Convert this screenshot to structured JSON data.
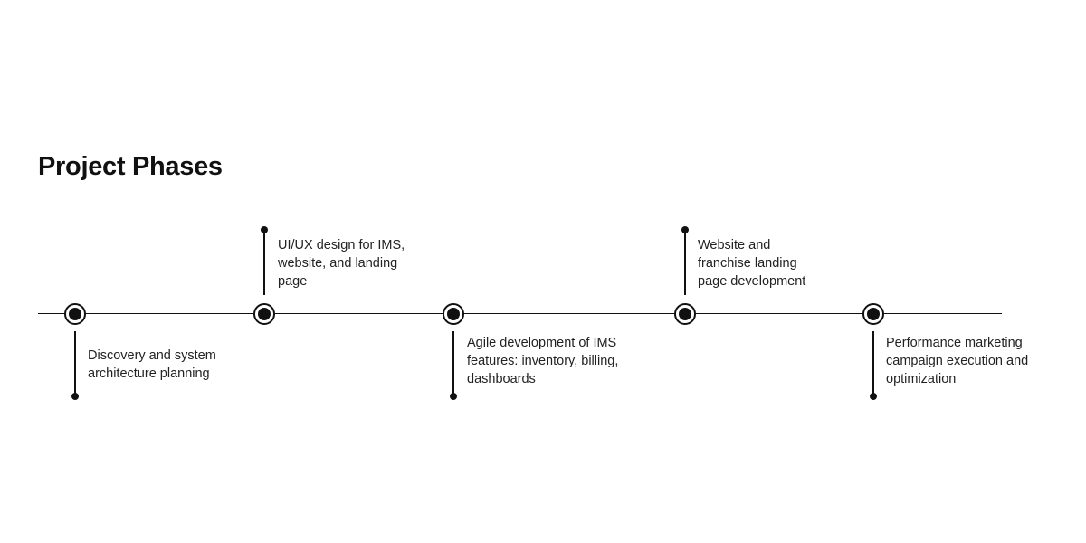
{
  "title": "Project Phases",
  "colors": {
    "line": "#111111",
    "text": "#222222",
    "background": "#ffffff"
  },
  "phases": [
    {
      "label_lines": [
        "Discovery and system",
        "architecture planning"
      ],
      "side": "below"
    },
    {
      "label_lines": [
        "UI/UX design for IMS,",
        "website, and landing",
        "page"
      ],
      "side": "above"
    },
    {
      "label_lines": [
        "Agile development of IMS",
        "features: inventory, billing,",
        "dashboards"
      ],
      "side": "below"
    },
    {
      "label_lines": [
        "Website and",
        "franchise landing",
        "page development"
      ],
      "side": "above"
    },
    {
      "label_lines": [
        "Performance marketing",
        "campaign execution and",
        "optimization"
      ],
      "side": "below"
    }
  ]
}
